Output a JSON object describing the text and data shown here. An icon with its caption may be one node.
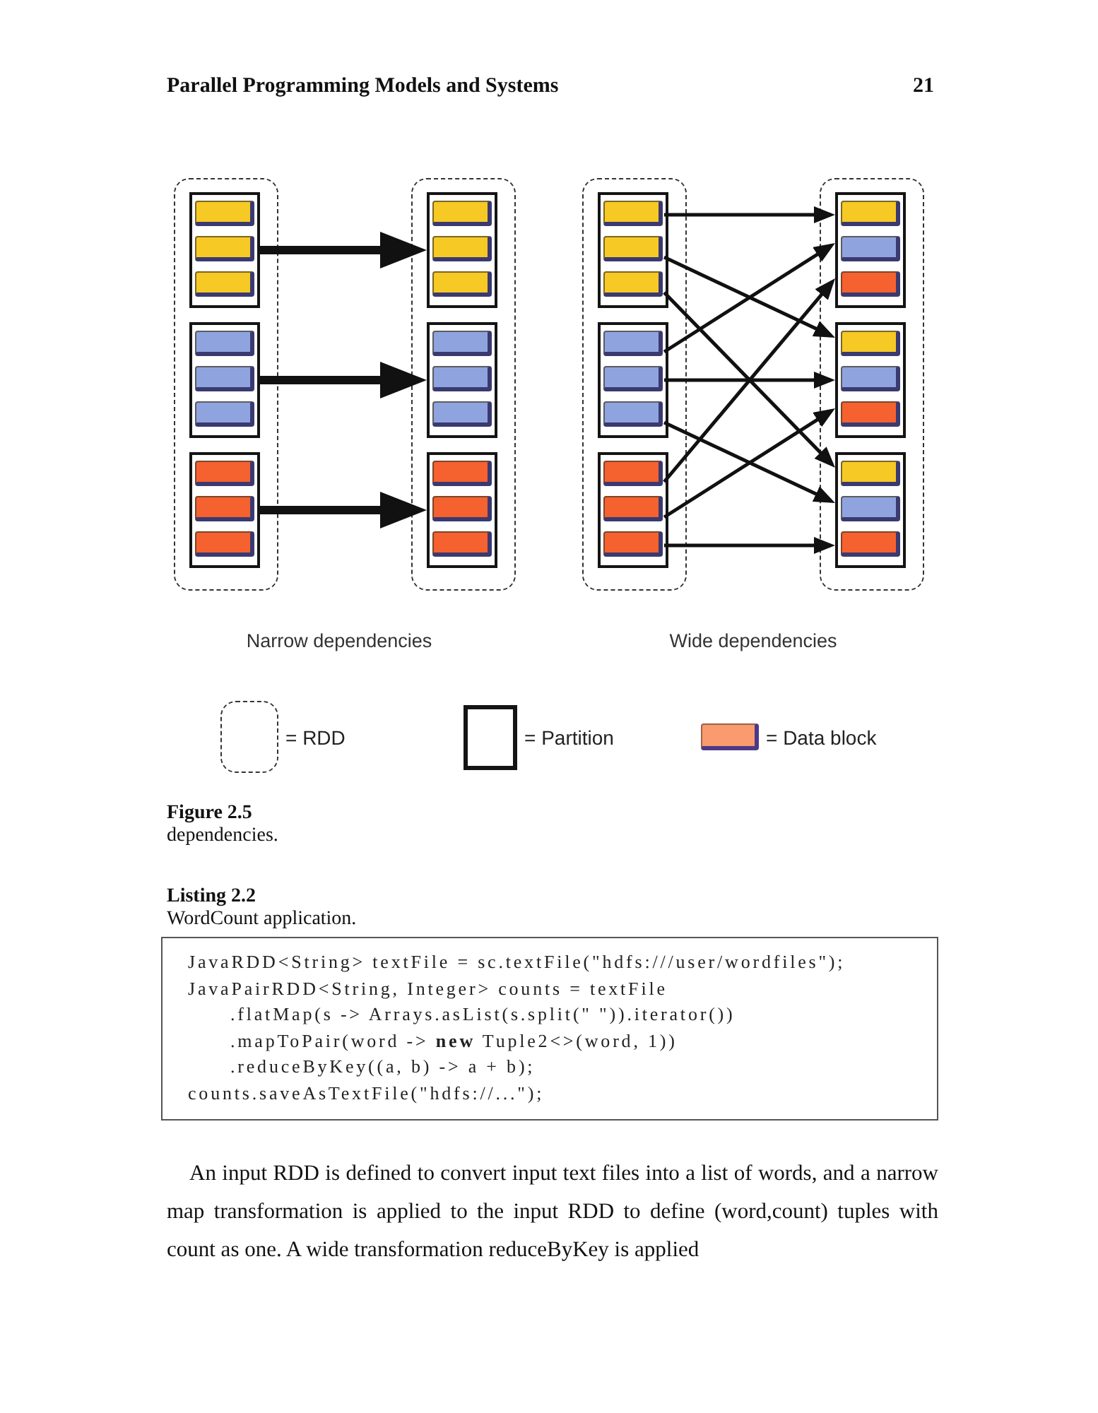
{
  "diagram": {
    "nodes": [
      {
        "text": [],
        "shape": "box"
      },
      {
        "text": [],
        "shape": "box",
        "in": 0
      },
      {
        "text": [],
        "shape": "bar",
        "in": 1
      },
      {
        "text": [],
        "shape": "bar",
        "in": 1
      },
      {
        "text": [],
        "shape": "bar",
        "in": 1
      },
      {
        "text": [],
        "shape": "box",
        "in": 0
      },
      {
        "text": [],
        "shape": "bar",
        "in": 5
      },
      {
        "text": [],
        "shape": "bar",
        "in": 5
      },
      {
        "text": [],
        "shape": "bar",
        "in": 5
      },
      {
        "text": [],
        "shape": "box",
        "in": 0
      },
      {
        "text": [],
        "shape": "bar",
        "in": 9
      },
      {
        "text": [],
        "shape": "bar",
        "in": 9
      },
      {
        "text": [],
        "shape": "bar",
        "in": 9
      },
      {
        "text": [],
        "shape": "box"
      },
      {
        "text": [],
        "shape": "box",
        "in": 13
      },
      {
        "text": [],
        "shape": "bar",
        "in": 14
      },
      {
        "text": [],
        "shape": "bar",
        "in": 14
      },
      {
        "text": [],
        "shape": "bar",
        "in": 14
      },
      {
        "text": [],
        "shape": "box",
        "in": 13
      },
      {
        "text": [],
        "shape": "bar",
        "in": 18
      },
      {
        "text": [],
        "shape": "bar",
        "in": 18
      },
      {
        "text": [],
        "shape": "bar",
        "in": 18
      },
      {
        "text": [],
        "shape": "box",
        "in": 13
      },
      {
        "text": [],
        "shape": "bar",
        "in": 22
      },
      {
        "text": [],
        "shape": "bar",
        "in": 22
      },
      {
        "text": [],
        "shape": "bar",
        "in": 22
      },
      {
        "text": [],
        "shape": "box"
      },
      {
        "text": [],
        "shape": "box",
        "in": 26
      },
      {
        "text": [],
        "shape": "bar",
        "in": 27
      },
      {
        "text": [],
        "shape": "bar",
        "in": 27
      },
      {
        "text": [],
        "shape": "bar",
        "in": 27
      },
      {
        "text": [],
        "shape": "box",
        "in": 26
      },
      {
        "text": [],
        "shape": "bar",
        "in": 31
      },
      {
        "text": [],
        "shape": "bar",
        "in": 31
      },
      {
        "text": [],
        "shape": "bar",
        "in": 31
      },
      {
        "text": [],
        "shape": "box",
        "in": 26
      },
      {
        "text": [],
        "shape": "bar",
        "in": 35
      },
      {
        "text": [],
        "shape": "bar",
        "in": 35
      },
      {
        "text": [],
        "shape": "bar",
        "in": 35
      },
      {
        "text": [],
        "shape": "box"
      },
      {
        "text": [],
        "shape": "box",
        "in": 39
      },
      {
        "text": [],
        "shape": "bar",
        "in": 40
      },
      {
        "text": [],
        "shape": "bar",
        "in": 40
      },
      {
        "text": [],
        "shape": "bar",
        "in": 40
      },
      {
        "text": [],
        "shape": "box",
        "in": 39
      },
      {
        "text": [],
        "shape": "bar",
        "in": 44
      },
      {
        "text": [],
        "shape": "bar",
        "in": 44
      },
      {
        "text": [],
        "shape": "bar",
        "in": 44
      },
      {
        "text": [],
        "shape": "box",
        "in": 39
      },
      {
        "text": [],
        "shape": "bar",
        "in": 48
      },
      {
        "text": [],
        "shape": "bar",
        "in": 48
      },
      {
        "text": [],
        "shape": "bar",
        "in": 48
      },
      {
        "text": [
          "JavaRDD<String> textFile = sc.textFile(\"hdfs:///user/wordfiles\");",
          "JavaPairRDD<String, Integer> counts = textFile",
          ".flatMap(s -> Arrays.asList(s.split(\" \")).iterator())",
          ".mapToPair(word -> **new** Tuple2<>(word, 1))",
          ".reduceByKey((a, b) -> a + b);",
          "counts.saveAsTextFile(\"hdfs://...\");"
        ],
        "beside": [
          "Listing 2.2",
          "WordCount application."
        ]
      }
    ],
    "edges": [
      {
        "from": 1,
        "to": 14,
        "arrow": "to",
        "style": "thick"
      },
      {
        "from": 5,
        "to": 18,
        "arrow": "to",
        "style": "thick"
      },
      {
        "from": 9,
        "to": 22,
        "arrow": "to",
        "style": "thick"
      },
      {
        "from": 28,
        "to": 40,
        "arrow": "to"
      },
      {
        "from": 29,
        "to": 44,
        "arrow": "to"
      },
      {
        "from": 30,
        "to": 48,
        "arrow": "to"
      },
      {
        "from": 32,
        "to": 40,
        "arrow": "to"
      },
      {
        "from": 33,
        "to": 44,
        "arrow": "to"
      },
      {
        "from": 34,
        "to": 48,
        "arrow": "to"
      },
      {
        "from": 36,
        "to": 40,
        "arrow": "to"
      },
      {
        "from": 37,
        "to": 44,
        "arrow": "to"
      },
      {
        "from": 38,
        "to": 48,
        "arrow": "to"
      }
    ],
    "labels": [
      "Parallel Programming Models and Systems",
      "21",
      "Narrow dependencies",
      "Wide dependencies",
      "Figure 2.5",
      "dependencies.",
      "An input RDD is defined to convert input text files into a list of words, and a narrow map transformation is applied to the input RDD to define (word,count) tuples with count as one. A wide transformation reduceByKey is applied"
    ],
    "legend": [
      {
        "text": "= RDD"
      },
      {
        "text": "= Partition"
      },
      {
        "text": "= Data block",
        "color": "#f99b6e"
      }
    ]
  }
}
